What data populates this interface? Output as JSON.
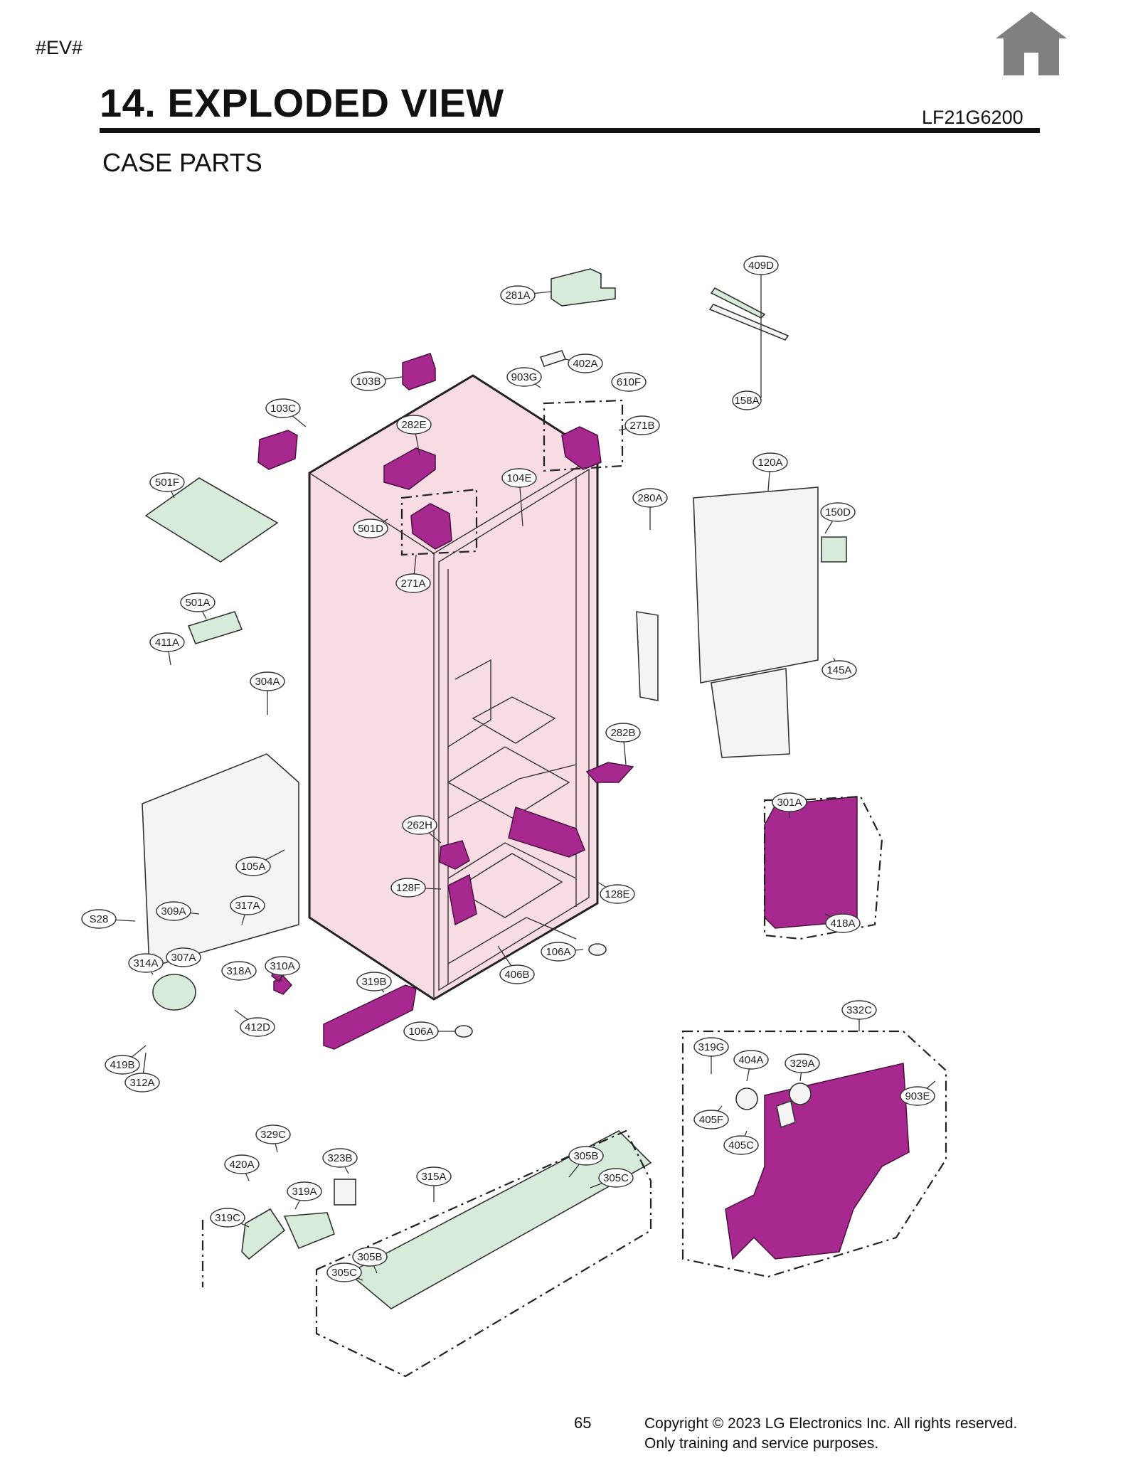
{
  "header": {
    "tag": "#EV#",
    "title": "14. EXPLODED VIEW",
    "model": "LF21G6200",
    "subtitle": "CASE PARTS"
  },
  "icons": {
    "home": "home-icon"
  },
  "colors": {
    "highlight_parts": "#a7288f",
    "green_parts": "#d6ebd9",
    "cabinet": "#f8dce4"
  },
  "labels": [
    "409D",
    "281A",
    "402A",
    "103B",
    "903G",
    "610F",
    "158A",
    "103C",
    "282E",
    "271B",
    "120A",
    "501F",
    "104E",
    "280A",
    "150D",
    "501D",
    "271A",
    "501A",
    "411A",
    "145A",
    "304A",
    "282B",
    "301A",
    "262H",
    "105A",
    "128F",
    "128E",
    "418A",
    "S28",
    "309A",
    "317A",
    "106A",
    "314A",
    "307A",
    "318A",
    "310A",
    "406B",
    "319B",
    "332C",
    "412D",
    "106A",
    "319G",
    "404A",
    "329A",
    "903E",
    "419B",
    "312A",
    "405F",
    "405C",
    "329C",
    "323B",
    "305B",
    "420A",
    "315A",
    "305C",
    "319A",
    "319C",
    "305B",
    "305C"
  ],
  "footer": {
    "page": "65",
    "copyright_line1": "Copyright © 2023 LG Electronics Inc. All rights reserved.",
    "copyright_line2": "Only training and service purposes."
  }
}
